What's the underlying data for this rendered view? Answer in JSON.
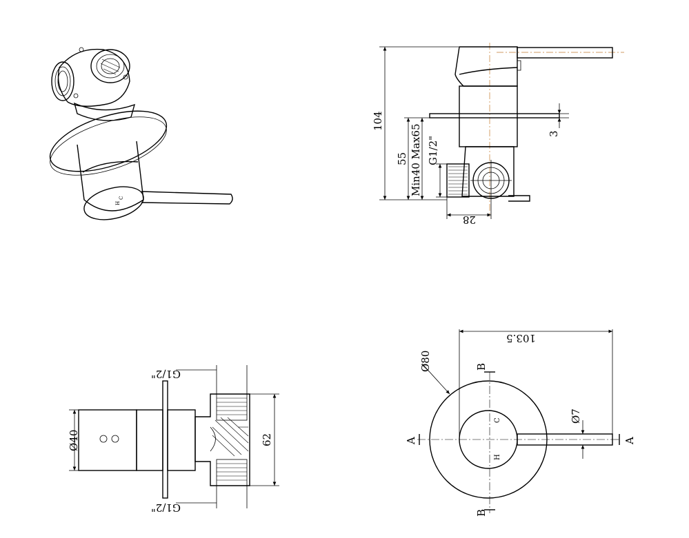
{
  "labels": {
    "side_height": "104",
    "side_inset": "55",
    "side_range": "Min40 Max65",
    "side_thread": "G1/2\"",
    "side_plate": "3",
    "side_width": "28",
    "top_thread_upper": "G1/2\"",
    "top_thread_lower": "G1/2\"",
    "top_diameter": "Ø40",
    "top_height": "62",
    "front_plate_diameter": "Ø80",
    "front_length": "103.5",
    "front_lever_diameter": "Ø7",
    "section_a_left": "A",
    "section_a_right": "A",
    "section_b_top": "B",
    "section_b_bottom": "B",
    "hot_mark": "H",
    "cold_mark": "C"
  }
}
